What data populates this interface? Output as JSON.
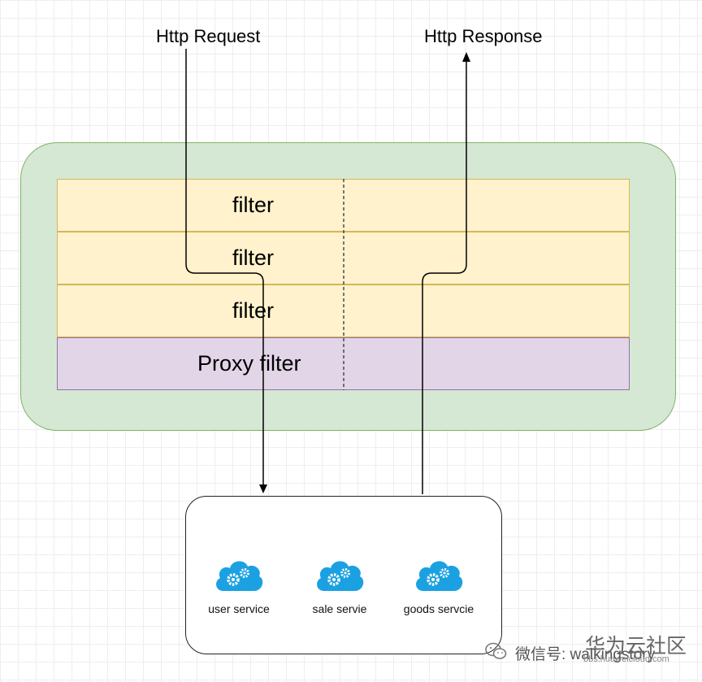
{
  "diagram": {
    "request_label": "Http Request",
    "response_label": "Http Response",
    "filters": [
      "filter",
      "filter",
      "filter"
    ],
    "proxy_filter_label": "Proxy filter",
    "services": [
      {
        "label": "user service",
        "icon": "cloud-gear-icon"
      },
      {
        "label": "sale servie",
        "icon": "cloud-gear-icon"
      },
      {
        "label": "goods servcie",
        "icon": "cloud-gear-icon"
      }
    ]
  },
  "watermark": {
    "wechat_label": "微信号: walkingstory",
    "brand": "华为云社区",
    "site": "bbs.huaweicloud.com"
  },
  "colors": {
    "gateway_fill": "#d5e8d4",
    "filter_fill": "#fff2cc",
    "proxy_fill": "#e1d5e7",
    "cloud_icon": "#1ba1e2"
  }
}
